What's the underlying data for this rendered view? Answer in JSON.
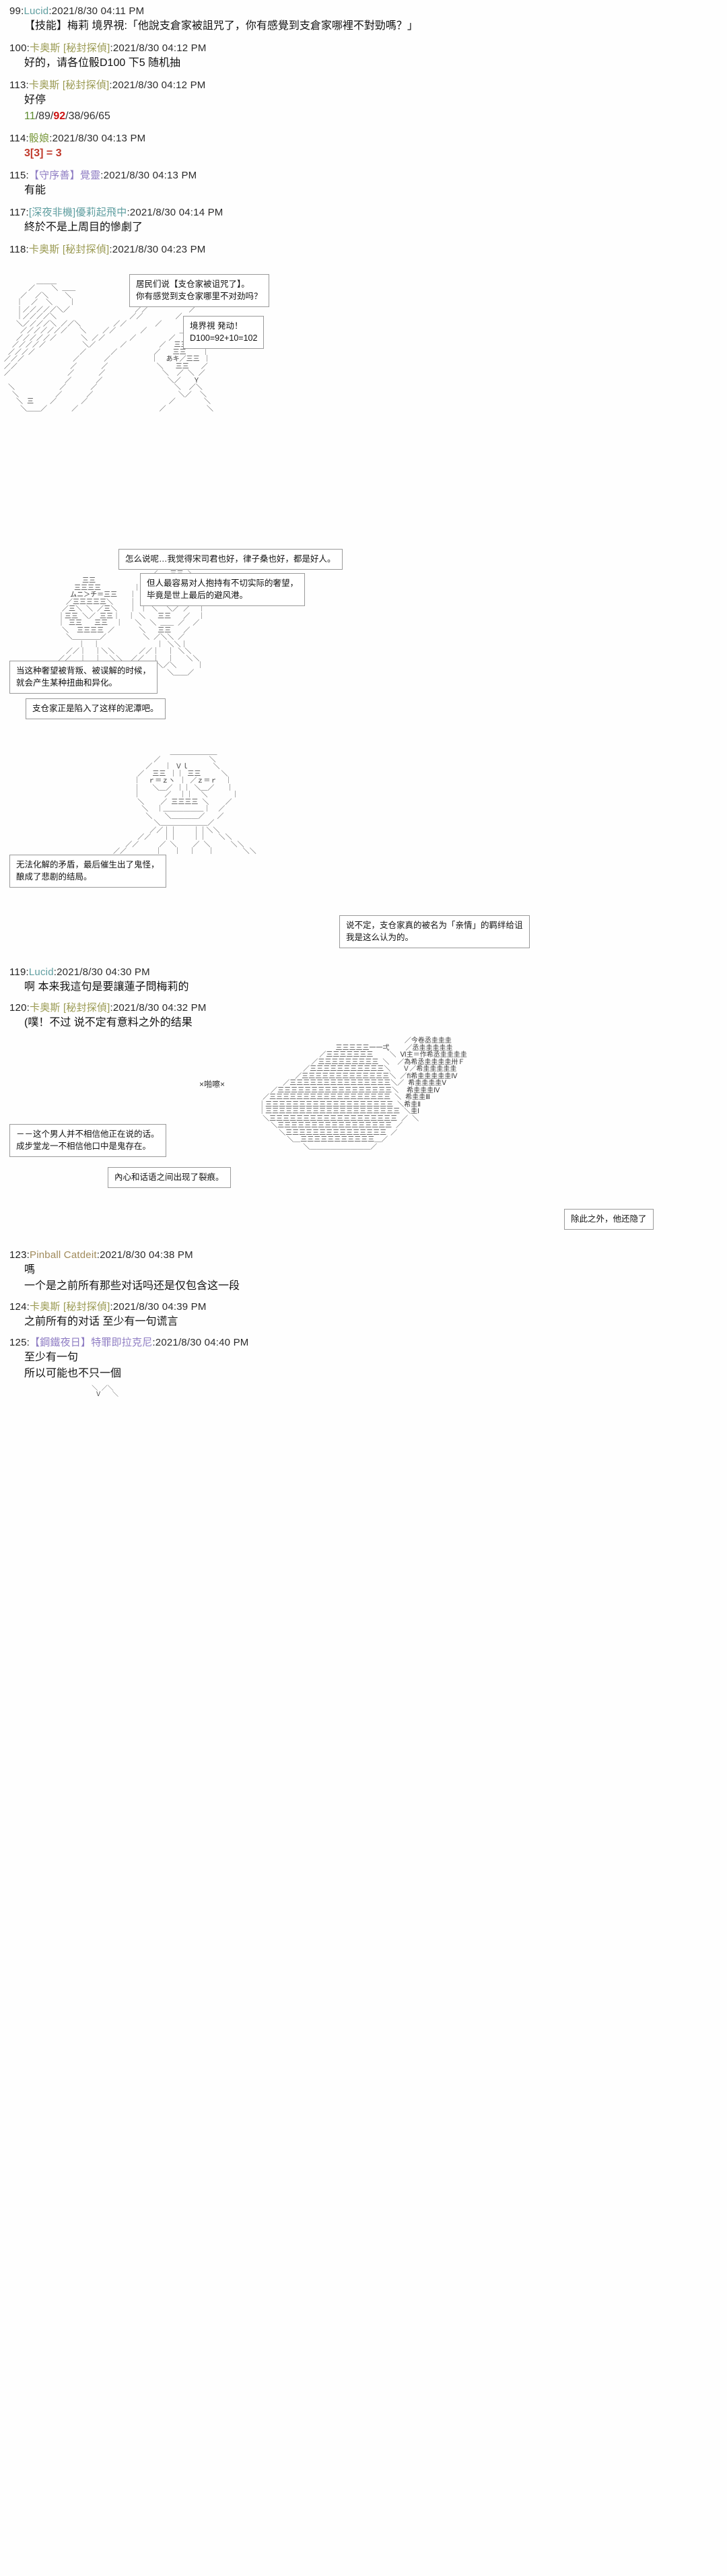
{
  "meta": {
    "board_style": "aa-thread",
    "accent_red": "#cc1111",
    "accent_green": "#5e8c31",
    "name_gray": "#9aa8b5"
  },
  "posts": [
    {
      "num": "99:",
      "name": "Lucid",
      "name_color": "teal",
      "time": ":2021/8/30 04:11 PM",
      "body": "【技能】梅莉 境界視:「他說支倉家被詛咒了，你有感覺到支倉家哪裡不對勁嗎？」"
    },
    {
      "num": "100:",
      "name": "卡奥斯 [秘封探偵]",
      "name_color": "olive",
      "time": ":2021/8/30 04:12 PM",
      "body": "好的，请各位骰D100 下5 随机抽"
    },
    {
      "num": "113:",
      "name": "卡奥斯 [秘封探偵]",
      "name_color": "olive",
      "time": ":2021/8/30 04:12 PM",
      "body": "好停",
      "rolls": [
        "11",
        "89",
        "92",
        "38",
        "96",
        "65"
      ],
      "rolls_highlight_index": 2
    },
    {
      "num": "114:",
      "name": "骰娘",
      "name_color": "green",
      "time": ":2021/8/30 04:13 PM",
      "dice": "3[3] = 3"
    },
    {
      "num": "115:",
      "name": "【守序善】覺靈",
      "name_color": "purple",
      "time": ":2021/8/30 04:13 PM",
      "body": "有能"
    },
    {
      "num": "117:",
      "name": "[深夜非機]優莉起飛中",
      "name_color": "teal",
      "time": ":2021/8/30 04:14 PM",
      "body": "終於不是上周目的慘劇了"
    },
    {
      "num": "118:",
      "name": "卡奥斯 [秘封探偵]",
      "name_color": "olive",
      "time": ":2021/8/30 04:23 PM",
      "body": ""
    }
  ],
  "panel1": {
    "bubbles": [
      {
        "name": "bubble-residents-question",
        "lines": [
          "居民们说【支仓家被诅咒了】。",
          "你有感觉到支仓家哪里不对劲吗？"
        ]
      },
      {
        "name": "bubble-boundary-vision-roll",
        "lines": [
          "境界視 発动！",
          "D100=92+10=102"
        ]
      }
    ],
    "art": [
      "                                                                   ",
      "        ＿＿＿                          ／                         ",
      "      ／    ＼ ＿＿                    ／                          ",
      "    ／  ／＼    ＼                  ／   ／                        ",
      "   ｜  ／  ＼    ｜                ／ ／                           ",
      "   ｜／／／／／＼／                ／／          ／                ",
      "   ｜／／／／＼                  ／／        ／                    ",
      "   ＼／／／／＼ ／／＼        ／／       ／                        ",
      "    ／／／／／／／   ＼    ／／      ／        ＿＿                ",
      "   ／／／／／／      ＼ ／／      ／        ／    ＼               ",
      "  ／／／／／         ＼／      ／        ／  三三  ＼              ",
      " ／／／／           ／      ／         ／   三三    ｜             ",
      "／／／            ／      ／          ｜  あキ／三三 ｜            ",
      "／／             ／      ／            ＼   三三   ／             ",
      "／              ／      ／              ＼  ／ ＼ ／              ",
      "               ／      ／                ＼／   Ｙ                ",
      " ＼           ／      ／                   ＼  ／＼               ",
      "  ＼         ／      ／                     ＼／  ＼              ",
      "   ＼ 三    ／      ／                    ／       ＼             ",
      "    ＼＿＿／      ／                    ／          ＼            "
    ]
  },
  "panel2": {
    "bubbles": [
      {
        "name": "bubble-praise-character",
        "lines": [
          "怎么说呢…我觉得宋司君也好，律子桑也好，都是好人。"
        ]
      },
      {
        "name": "bubble-desire-harbor",
        "lines": [
          "但人最容易对人抱持有不切实际的奢望，",
          "毕竟是世上最后的避风港。"
        ]
      },
      {
        "name": "bubble-distortion",
        "lines": [
          "当这种奢望被背叛、被误解的时候，",
          "就会产生某种扭曲和异化。"
        ]
      },
      {
        "name": "bubble-hasekura-mud",
        "lines": [
          "支仓家正是陷入了这样的泥潭吧。"
        ]
      }
    ],
    "art": [
      "                          ／⌒⌒＼                               ",
      "                        ／   三三 ＼                            ",
      "       三三           ／  ／＼   ＼ ＼                          ",
      "     三三三三        ｜  ／  三三  ｜ ｜                        ",
      "    ムニ＞チ＝三三   ｜ ｜  ／ ＼  ｜ ｜                        ",
      "   ／三三三三三＼    ｜ ｜ ｜ｒ ｒ ｜ ｜ ｜                     ",
      "  ／三＼ ＼ ／三＼   ｜ ｜ ＼  ＼／ ／  ｜                      ",
      " ｜三三 ＼／ 三三｜  ｜ ＼   三三   ／  ｜                      ",
      " ｜ 三三   三三  ｜   ＼  ＼ ＿＿ ／  ／                        ",
      "  ＼  三三三三 ／      ＼   三三   ／                           ",
      "   ＼＿＿＿＿／         ＼ ／＼＼ ／                            ",
      "      ｜  ｜              ｜ ＼＼｜                             ",
      "   ／／｜  ｜＼＼      ／／｜  ｜ ＼＼                          ",
      " ／／  ｜  ｜  ＼＼  ／／  ｜  ｜   ＼＼                        ",
      "｜    ／＼／＼    ｜｜    ／＼／＼     ｜                       ",
      "＼＿／      ＼＿／ ＼＿／      ＼＿＿／                        "
    ]
  },
  "panel3": {
    "bubbles": [
      {
        "name": "bubble-unresolved-grudge",
        "lines": [
          "无法化解的矛盾，最后催生出了鬼怪，",
          "酿成了悲剧的结局。"
        ]
      },
      {
        "name": "bubble-affection-bond",
        "lines": [
          "说不定，支仓家真的被名为「亲情」的羁绊给诅",
          "我是这么认为的。"
        ]
      }
    ],
    "art": [
      "                      ＿＿＿＿＿＿＿                            ",
      "                  ／            ＼                             ",
      "                ／   ｜ Ｖｌ      ＼                            ",
      "              ／  三三 ｜｜ 三三     ＼                         ",
      "             ｜  ｒ＝ｚヽ ｜ ／ｚ＝ｒ  ｜                       ",
      "             ｜   ＼＿／ ｜｜ ＼＿／   ｜                       ",
      "             ｜      ／  ｜｜  ＼      ｜                       ",
      "              ＼    ／ 三三三三 ＼    ／                        ",
      "               ＼  ｜＿＿＿＿＿＿｜  ／                         ",
      "                ＼   ＼＿＿＿＿／   ／                          ",
      "                  ＼＿＿＿＿＿＿＿／                            ",
      "                 ／／｜｜    ｜｜＼＼                           ",
      "              ／／   ｜｜    ｜｜   ＼＼                        ",
      "           ／／     ／ ＼    ／ ＼     ＼＼                     ",
      "        ／／       ｜   ｜  ｜   ｜       ＼＼                  "
    ]
  },
  "posts2": [
    {
      "num": "119:",
      "name": "Lucid",
      "name_color": "teal",
      "time": ":2021/8/30 04:30 PM",
      "body": "啊 本来我這句是要讓蓮子問梅莉的"
    },
    {
      "num": "120:",
      "name": "卡奥斯 [秘封探偵]",
      "name_color": "olive",
      "time": ":2021/8/30 04:32 PM",
      "body": "(噗！不过 说不定有意料之外的结果"
    }
  ],
  "panel4": {
    "sfx": "×啪嚓×",
    "bubbles": [
      {
        "name": "bubble-man-not-believing",
        "lines": [
          "－－这个男人并不相信他正在说的话。",
          "成步堂龙一不相信他口中是鬼存在。"
        ]
      },
      {
        "name": "bubble-crack-appeared",
        "lines": [
          "內心和话语之间出现了裂痕。"
        ]
      },
      {
        "name": "bubble-besides-that",
        "lines": [
          "除此之外，他还隐了"
        ]
      }
    ],
    "art": [
      "                                        ／今卷丞圭圭圭            ",
      "                       三三三三三一一弌    ／丞圭圭圭圭圭         ",
      "                   ／三三三三三三三    ＼ Ⅵ主＝作希丞圭圭圭圭    ",
      "                 ／三三三三三三三三三 ＼  ／為希丞圭圭圭圭卅Ｆ   ",
      "               ／三三三三三三三三三三三＼   Ｖ／希圭圭圭圭圭     ",
      "             ／三三三三三三三三三三三三三＼ ／ﬁ希圭圭圭圭圭Ⅳ    ",
      "          ／三三三三三三三三三三三三三三三＼／ 希圭圭圭圭Ⅴ      ",
      "       ／三三三三三三三三三三三三三三三三三＼  希圭圭圭Ⅳ        ",
      "     ／三三三三三三三三三三三三三三三三三三 ＼ 希圭圭Ⅲ          ",
      "    ｜三三三三三三三三三三三三三三三三三三三 ＼希圭Ⅱ           ",
      "    ｜三三三三三三三三三三三三三三三三三三三三 ＼圭Ⅰ           ",
      "     ＼三三三三三三三三三三三三三三三三三三三 ／ ＼             ",
      "       ＼三三三三三三三三三三三三三三三三三 ／                  ",
      "         ＼三三三三三三三三三三三三三三三 ／                    ",
      "           ＼＿三三三三三三三三三三三＿／                       ",
      "               ＼＿＿＿＿＿＿＿＿＿／                           "
    ]
  },
  "posts3": [
    {
      "num": "123:",
      "name": "Pinball Catdeit",
      "name_color": "brown",
      "time": ":2021/8/30 04:38 PM",
      "body_lines": [
        "嗎",
        "一个是之前所有那些对话吗还是仅包含这一段"
      ]
    },
    {
      "num": "124:",
      "name": "卡奥斯 [秘封探偵]",
      "name_color": "olive",
      "time": ":2021/8/30 04:39 PM",
      "body_lines": [
        "之前所有的对话 至少有一句谎言"
      ]
    },
    {
      "num": "125:",
      "name": "【鋼鐵夜日】特罪即拉克尼",
      "name_color": "purple",
      "time": ":2021/8/30 04:40 PM",
      "body_lines": [
        "至少有一句",
        "所以可能也不只一個"
      ]
    }
  ]
}
